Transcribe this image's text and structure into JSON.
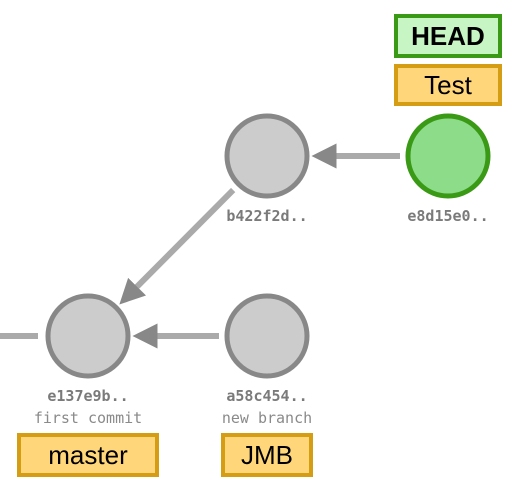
{
  "colors": {
    "commit_fill": "#cccccc",
    "commit_stroke": "#888888",
    "head_commit_fill": "#8ddc8a",
    "head_commit_stroke": "#3a9a16",
    "edge": "#aaaaaa",
    "arrowhead": "#888888",
    "branch_fill": "#ffd77a",
    "branch_stroke": "#d49d14",
    "head_fill": "#c8f5c4",
    "head_stroke": "#3a9a16"
  },
  "commits": [
    {
      "id": "e137e9b",
      "hash": "e137e9b..",
      "message": "first commit"
    },
    {
      "id": "b422f2d",
      "hash": "b422f2d..",
      "message": ""
    },
    {
      "id": "a58c454",
      "hash": "a58c454..",
      "message": "new branch"
    },
    {
      "id": "e8d15e0",
      "hash": "e8d15e0..",
      "message": "",
      "is_head": true
    }
  ],
  "edges": [
    {
      "from": "e8d15e0",
      "to": "b422f2d"
    },
    {
      "from": "b422f2d",
      "to": "e137e9b"
    },
    {
      "from": "a58c454",
      "to": "e137e9b"
    }
  ],
  "refs": [
    {
      "label": "HEAD",
      "type": "head",
      "target": "e8d15e0"
    },
    {
      "label": "Test",
      "type": "branch",
      "target": "e8d15e0"
    },
    {
      "label": "master",
      "type": "branch",
      "target": "e137e9b"
    },
    {
      "label": "JMB",
      "type": "branch",
      "target": "a58c454"
    }
  ]
}
